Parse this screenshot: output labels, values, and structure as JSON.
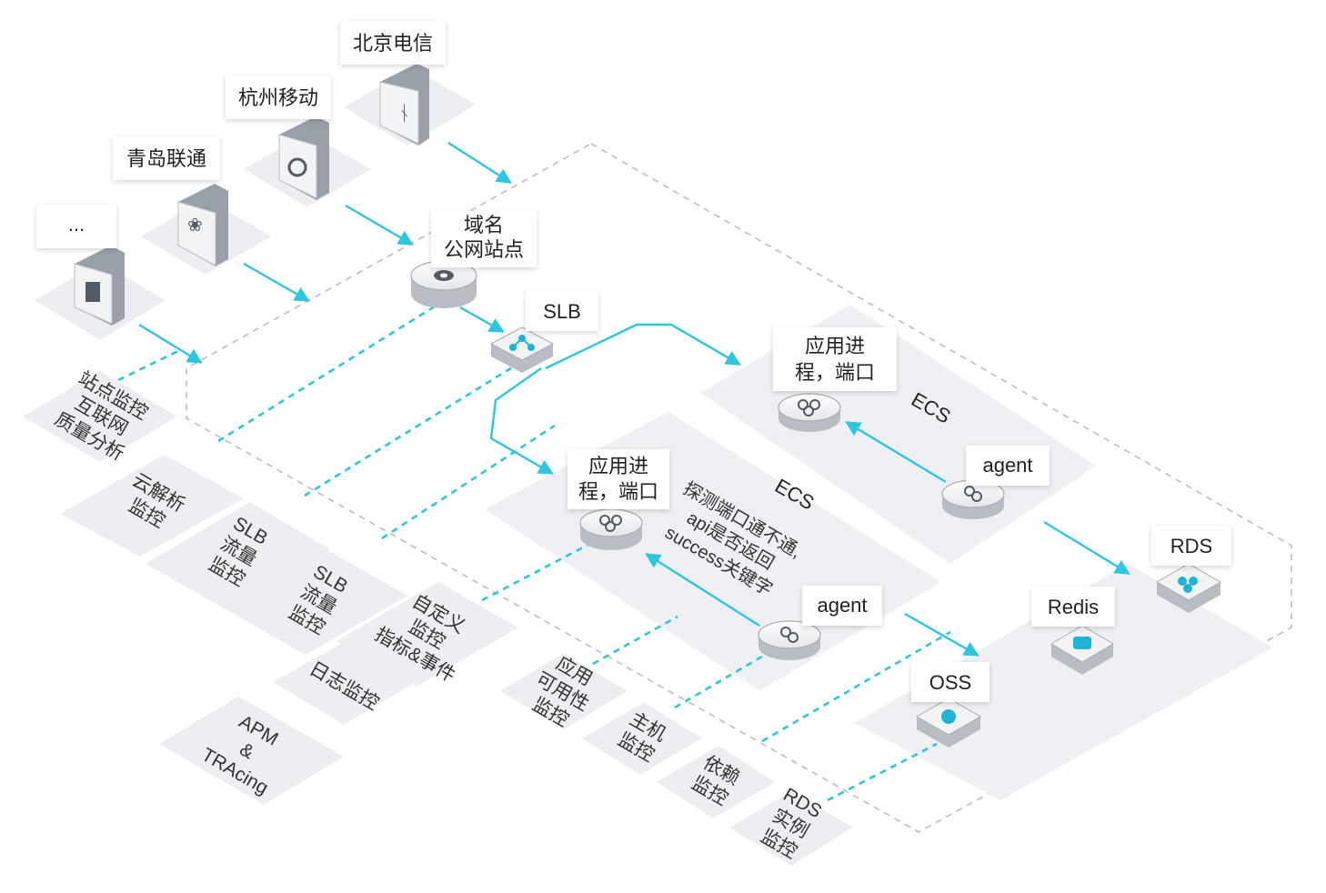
{
  "colors": {
    "flow": "#2ec5df",
    "tile": "#eceef1",
    "zone": "#eef0f3",
    "server_face": "#f2f3f5",
    "server_side": "#b9bcc2",
    "icon": "#555b66",
    "accent_icon": "#1fb4d6"
  },
  "isps": [
    {
      "label": "北京电信",
      "icon": "china-telecom-icon"
    },
    {
      "label": "杭州移动",
      "icon": "china-mobile-icon"
    },
    {
      "label": "青岛联通",
      "icon": "china-unicom-icon"
    },
    {
      "label": "...",
      "icon": "generic-isp-icon"
    }
  ],
  "nodes": {
    "domain": {
      "line1": "域名",
      "line2": "公网站点"
    },
    "slb": "SLB",
    "ecs_top": {
      "title": "ECS",
      "app_line1": "应用进",
      "app_line2": "程，端口",
      "agent": "agent"
    },
    "ecs_mid": {
      "title": "ECS",
      "app_line1": "应用进",
      "app_line2": "程，端口",
      "agent": "agent",
      "probe_line1": "探测端口通不通,",
      "probe_line2": "api是否返回",
      "probe_line3": "success关键字"
    },
    "rds": "RDS",
    "redis": "Redis",
    "oss": "OSS"
  },
  "monitors": {
    "site": {
      "line1": "站点监控",
      "line2": "互联网",
      "line3": "质量分析"
    },
    "dns": {
      "line1": "云解析",
      "line2": "监控"
    },
    "slb1": {
      "line1": "SLB",
      "line2": "流量",
      "line3": "监控"
    },
    "slb2": {
      "line1": "SLB",
      "line2": "流量",
      "line3": "监控"
    },
    "custom": {
      "line1": "自定义",
      "line2": "监控",
      "line3": "指标&事件"
    },
    "log": {
      "line1": "日志监控"
    },
    "apm": {
      "line1": "APM",
      "line2": "&",
      "line3": "TRAcing"
    },
    "app": {
      "line1": "应用",
      "line2": "可用性",
      "line3": "监控"
    },
    "host": {
      "line1": "主机",
      "line2": "监控"
    },
    "dep": {
      "line1": "依赖",
      "line2": "监控"
    },
    "rds": {
      "line1": "RDS",
      "line2": "实例",
      "line3": "监控"
    }
  }
}
